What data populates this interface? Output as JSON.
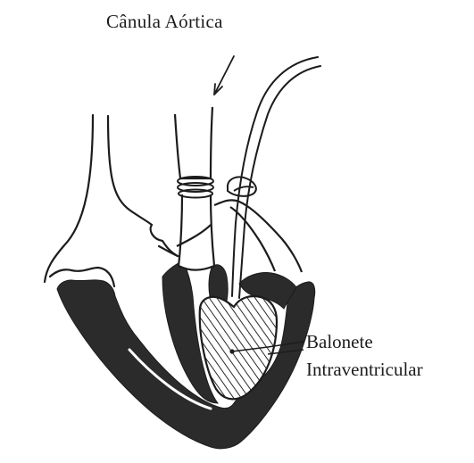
{
  "figure": {
    "labels": {
      "aortic_cannula": "Cânula  Aórtica",
      "balloon_line1": "Balonete",
      "balloon_line2": "Intraventricular"
    },
    "colors": {
      "ink": "#1c1c1c",
      "muscle_fill": "#2b2b2b",
      "background": "#ffffff"
    }
  }
}
